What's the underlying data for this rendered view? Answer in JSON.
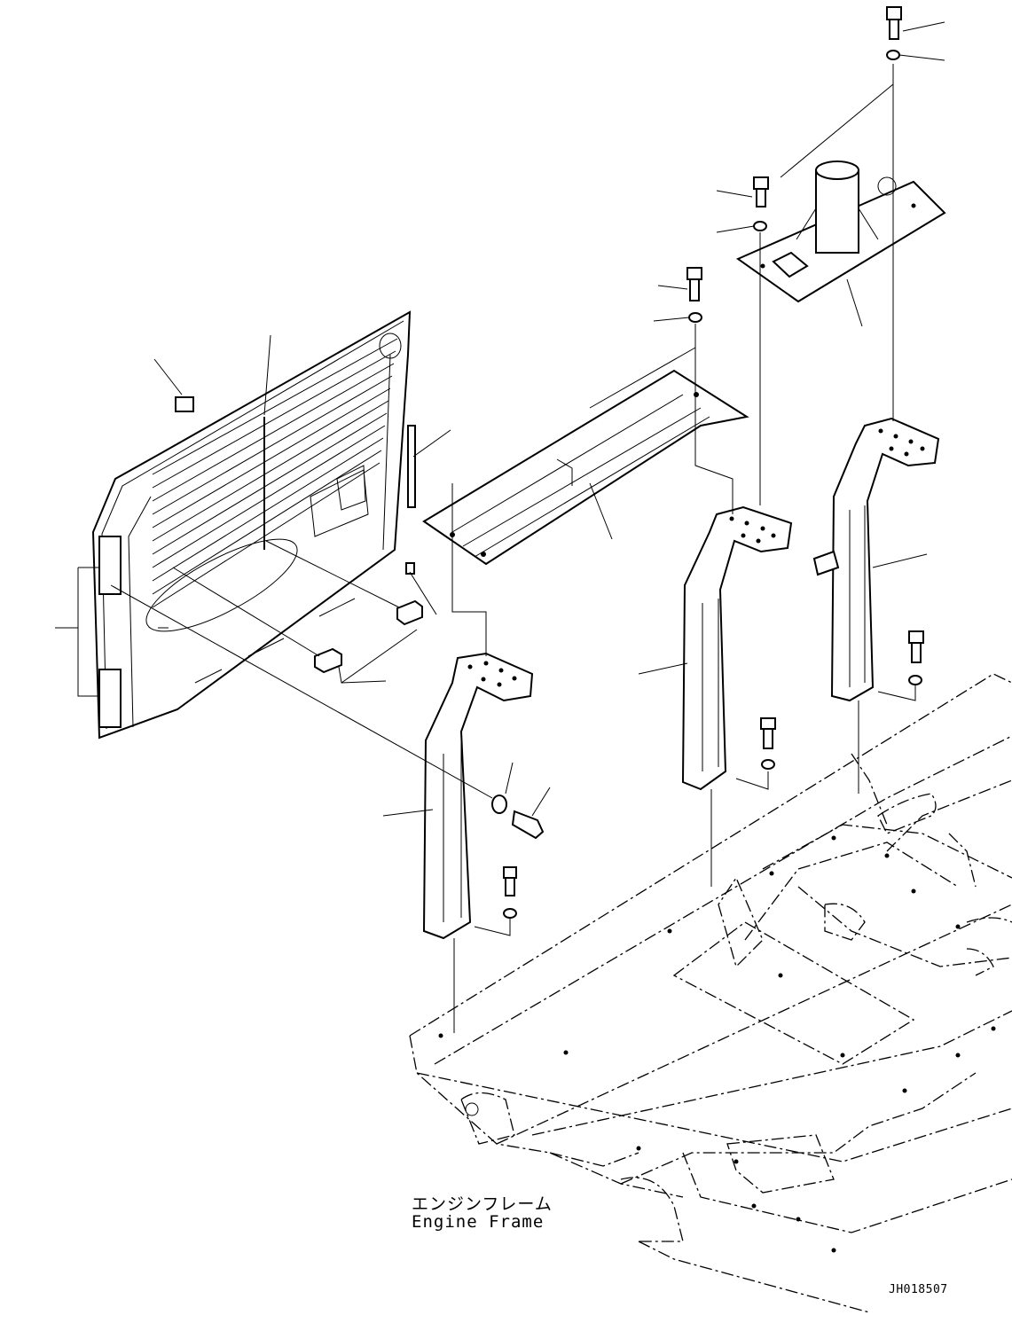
{
  "frame_label": {
    "japanese": "エンジンフレーム",
    "english": "Engine Frame"
  },
  "drawing_code": "JH018507"
}
